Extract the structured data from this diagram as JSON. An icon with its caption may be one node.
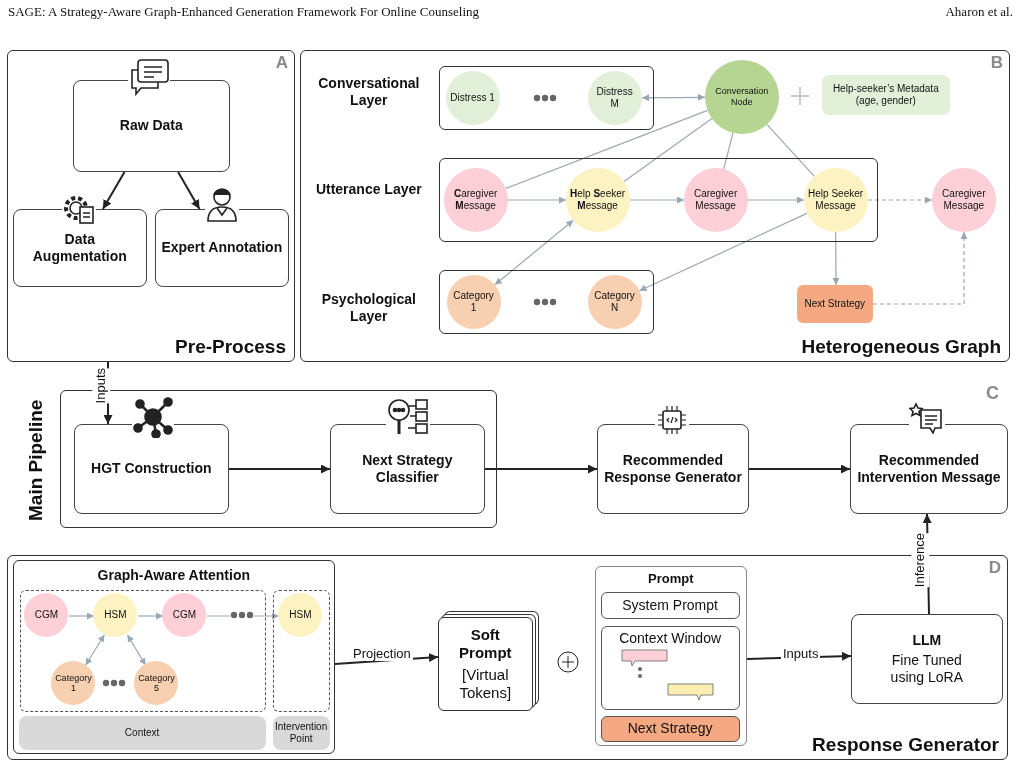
{
  "diagram": {
    "title": "SAGE: A Strategy-Aware Graph-Enhanced Generation Framework For Online Counseling",
    "nodes": [
      {
        "text": [
          "A",
          "Pre-Process"
        ]
      },
      {
        "text": [
          "Raw Data"
        ],
        "in": 0
      },
      {
        "text": [
          "Data Augmentation"
        ],
        "in": 0
      },
      {
        "text": [
          "Expert Annotation"
        ],
        "in": 0
      },
      {
        "text": [
          "B",
          "Heterogeneous Graph"
        ]
      },
      {
        "text": [
          "Conversational Layer"
        ],
        "in": 4
      },
      {
        "text": [
          "Distress 1"
        ],
        "in": 5
      },
      {
        "text": [
          "Distress M"
        ],
        "in": 5
      },
      {
        "text": [
          "Conversation Node"
        ],
        "in": 4
      },
      {
        "text": [
          "Help-seeker’s Metadata (age, gender)"
        ],
        "in": 4
      },
      {
        "text": [
          "Utterance Layer"
        ],
        "in": 4
      },
      {
        "text": [
          "**C**aregiver **M**essage"
        ],
        "in": 10
      },
      {
        "text": [
          "**H**elp **S**eeker **M**essage"
        ],
        "in": 10
      },
      {
        "text": [
          "Caregiver Message"
        ],
        "in": 10
      },
      {
        "text": [
          "Help Seeker Message"
        ],
        "in": 10
      },
      {
        "text": [
          "Caregiver Message"
        ],
        "in": 4
      },
      {
        "text": [
          "Psychological Layer"
        ],
        "in": 4
      },
      {
        "text": [
          "Category 1"
        ],
        "in": 16
      },
      {
        "text": [
          "Category N"
        ],
        "in": 16
      },
      {
        "text": [
          "Next Strategy"
        ],
        "in": 4
      },
      {
        "text": [
          "Main Pipeline"
        ]
      },
      {
        "text": [
          "HGT Construction"
        ],
        "in": 20
      },
      {
        "text": [
          "Next Strategy Classifier"
        ],
        "in": 20
      },
      {
        "text": [
          "Recommended Response Generator"
        ]
      },
      {
        "text": [
          "Recommended Intervention Message"
        ]
      },
      {
        "text": [
          "D",
          "Response Generator"
        ]
      },
      {
        "text": [
          "Graph-Aware Attention"
        ],
        "in": 25
      },
      {
        "text": [],
        "shape": "box",
        "in": 26
      },
      {
        "text": [
          "CGM"
        ],
        "in": 27
      },
      {
        "text": [
          "HSM"
        ],
        "in": 27
      },
      {
        "text": [
          "CGM"
        ],
        "in": 27
      },
      {
        "text": [
          "Category 1"
        ],
        "in": 27
      },
      {
        "text": [
          "Category 5"
        ],
        "in": 27
      },
      {
        "text": [],
        "shape": "box",
        "in": 26
      },
      {
        "text": [
          "HSM"
        ],
        "in": 33
      },
      {
        "text": [
          "Context"
        ],
        "in": 26
      },
      {
        "text": [
          "Intervention Point"
        ],
        "in": 26
      },
      {
        "text": [
          "Soft Prompt",
          "[Virtual Tokens]"
        ],
        "in": 25
      },
      {
        "text": [
          "Prompt"
        ],
        "in": 25
      },
      {
        "text": [
          "System Prompt"
        ],
        "in": 38
      },
      {
        "text": [
          "Context Window"
        ],
        "in": 38
      },
      {
        "text": [
          "Next Strategy"
        ],
        "in": 38
      },
      {
        "text": [
          "LLM",
          "Fine Tuned using LoRA"
        ],
        "in": 25
      }
    ],
    "edges": [
      {
        "from": 1,
        "to": 2,
        "arrow": "to",
        "color": "#222222"
      },
      {
        "from": 1,
        "to": 3,
        "arrow": "to",
        "color": "#222222"
      },
      {
        "from": 0,
        "to": 21,
        "arrow": "to",
        "label": "Inputs",
        "color": "#222222"
      },
      {
        "from": 7,
        "to": 8,
        "arrow": "both",
        "color": "#9aa8b4"
      },
      {
        "from": 8,
        "to": 11,
        "arrow": "none",
        "color": "#9aa8b4"
      },
      {
        "from": 8,
        "to": 12,
        "arrow": "none",
        "color": "#9aa8b4"
      },
      {
        "from": 8,
        "to": 13,
        "arrow": "none",
        "color": "#9aa8b4"
      },
      {
        "from": 8,
        "to": 14,
        "arrow": "none",
        "color": "#9aa8b4"
      },
      {
        "from": 11,
        "to": 12,
        "arrow": "to",
        "color": "#9aa8b4"
      },
      {
        "from": 12,
        "to": 13,
        "arrow": "to",
        "color": "#9aa8b4"
      },
      {
        "from": 13,
        "to": 14,
        "arrow": "to",
        "color": "#9aa8b4"
      },
      {
        "from": 14,
        "to": 15,
        "arrow": "to",
        "style": "dashed",
        "color": "#9aa8b4"
      },
      {
        "from": 12,
        "to": 17,
        "arrow": "both",
        "color": "#9aa8b4"
      },
      {
        "from": 14,
        "to": 18,
        "arrow": "to",
        "color": "#9aa8b4"
      },
      {
        "from": 14,
        "to": 19,
        "arrow": "to",
        "color": "#9aa8b4"
      },
      {
        "from": 19,
        "to": 15,
        "arrow": "to",
        "style": "dashed",
        "color": "#9aa8b4"
      },
      {
        "from": 21,
        "to": 22,
        "arrow": "to",
        "color": "#222222"
      },
      {
        "from": 22,
        "to": 23,
        "arrow": "to",
        "color": "#222222"
      },
      {
        "from": 23,
        "to": 24,
        "arrow": "to",
        "color": "#222222"
      },
      {
        "from": 42,
        "to": 24,
        "arrow": "to",
        "label": "Inference",
        "color": "#222222"
      },
      {
        "from": 28,
        "to": 29,
        "arrow": "to",
        "color": "#9aa8b4"
      },
      {
        "from": 29,
        "to": 30,
        "arrow": "to",
        "color": "#9aa8b4"
      },
      {
        "from": 30,
        "to": 34,
        "arrow": "to",
        "color": "#9aa8b4"
      },
      {
        "from": 29,
        "to": 31,
        "arrow": "both",
        "color": "#9aa8b4"
      },
      {
        "from": 29,
        "to": 32,
        "arrow": "both",
        "color": "#9aa8b4"
      },
      {
        "from": 26,
        "to": 37,
        "arrow": "to",
        "label": "Projection",
        "color": "#222222"
      },
      {
        "from": 38,
        "to": 42,
        "arrow": "to",
        "label": "Inputs",
        "color": "#222222"
      }
    ],
    "labels": [
      "Aharon et al.",
      "C"
    ]
  }
}
